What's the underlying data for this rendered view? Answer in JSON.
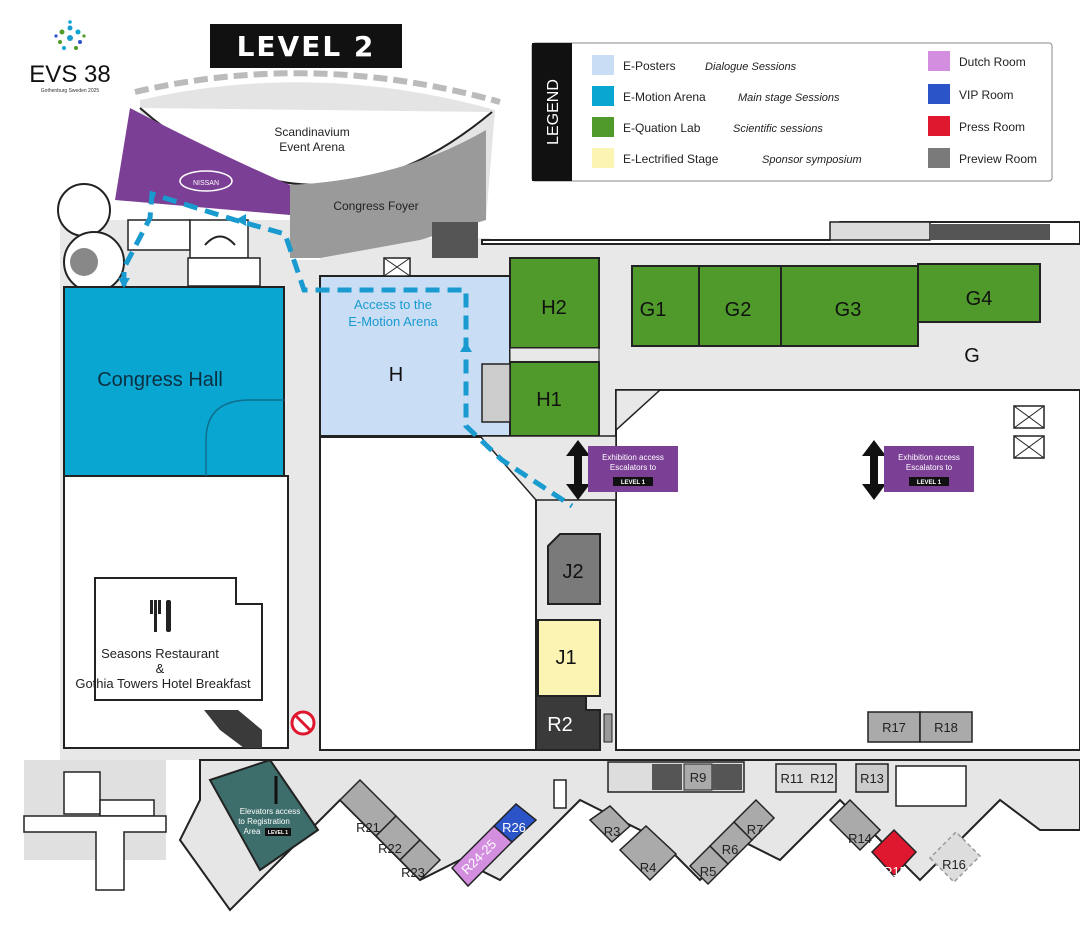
{
  "brand": {
    "name": "EVS 38",
    "subline": "Gothenburg Sweden 2025"
  },
  "level_title": "LEVEL 2",
  "legend": {
    "heading": "LEGEND",
    "items": [
      {
        "title": "E-Posters",
        "sub": "Dialogue Sessions",
        "color": "#c9ddf5"
      },
      {
        "title": "E-Motion Arena",
        "sub": "Main stage Sessions",
        "color": "#0aa6d2"
      },
      {
        "title": "E-Quation Lab",
        "sub": "Scientific sessions",
        "color": "#4f9a2a"
      },
      {
        "title": "E-Lectrified Stage",
        "sub": "Sponsor symposium",
        "color": "#fbf4b3"
      }
    ],
    "rooms": [
      {
        "label": "Dutch Room",
        "color": "#d38ee0"
      },
      {
        "label": "VIP Room",
        "color": "#2a54c8"
      },
      {
        "label": "Press Room",
        "color": "#e0182f"
      },
      {
        "label": "Preview Room",
        "color": "#7a7a7a"
      }
    ]
  },
  "areas": {
    "arena_line1": "Scandinavium",
    "arena_line2": "Event Arena",
    "foyer": "Congress Foyer",
    "sponsor": "NISSAN",
    "congress_hall": "Congress Hall",
    "restaurant_line1": "Seasons Restaurant",
    "restaurant_line2": "&",
    "restaurant_line3": "Gothia Towers Hotel Breakfast",
    "access_line1": "Access to the",
    "access_line2": "E-Motion Arena"
  },
  "rooms": {
    "H": "H",
    "H1": "H1",
    "H2": "H2",
    "G": "G",
    "G1": "G1",
    "G2": "G2",
    "G3": "G3",
    "G4": "G4",
    "J1": "J1",
    "J2": "J2",
    "R2": "R2",
    "R3": "R3",
    "R4": "R4",
    "R5": "R5",
    "R6": "R6",
    "R7": "R7",
    "R9": "R9",
    "R11": "R11",
    "R12": "R12",
    "R13": "R13",
    "R14": "R14",
    "R15": "R15",
    "R16": "R16",
    "R17": "R17",
    "R18": "R18",
    "R21": "R21",
    "R22": "R22",
    "R23": "R23",
    "R24_25": "R24-25",
    "R26": "R26"
  },
  "exhibition": {
    "line1": "Exhibition access",
    "line2": "Escalators to",
    "badge": "LEVEL 1"
  },
  "elevators": {
    "line1": "Elevators access",
    "line2": "to Registration",
    "line3": "Area",
    "badge": "LEVEL 1"
  },
  "colors": {
    "posters": "#c9ddf5",
    "arena": "#0aa6d2",
    "lab": "#4f9a2a",
    "stage": "#fbf4b3",
    "purple": "#7b3f95",
    "dutch": "#d38ee0",
    "vip": "#2a54c8",
    "press": "#e0182f",
    "preview": "#7a7a7a",
    "dark": "#3a3a3a",
    "corridor": "#e6e6e6",
    "teal": "#3d6e6b"
  }
}
